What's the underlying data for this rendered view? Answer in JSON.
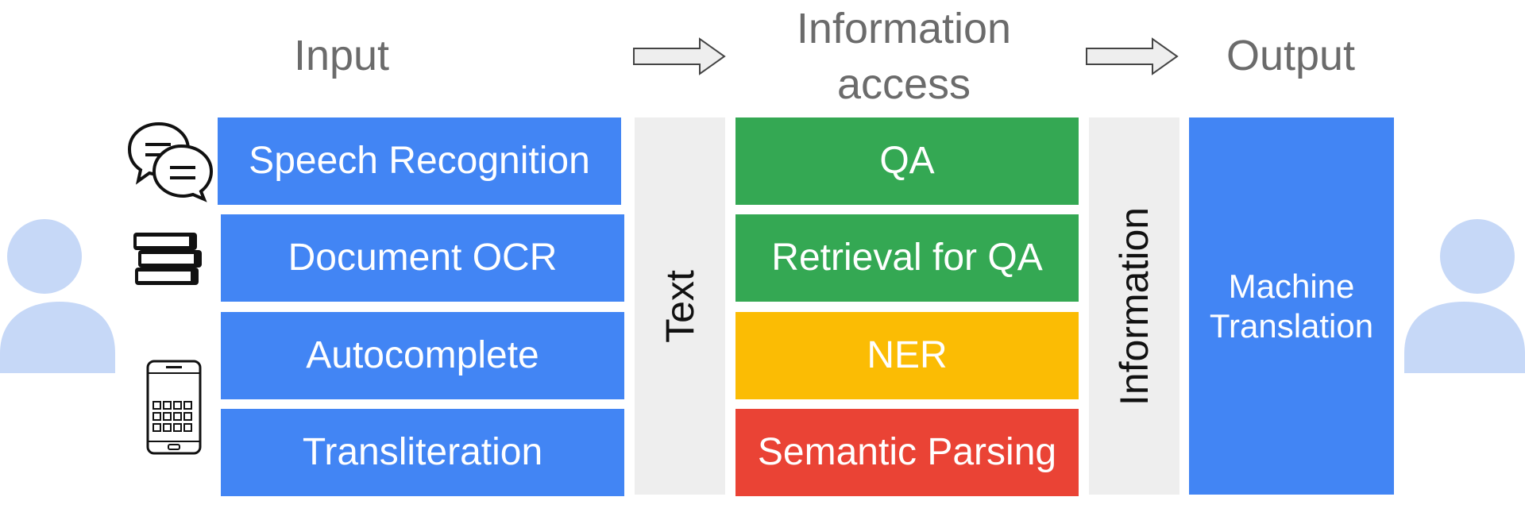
{
  "headers": {
    "input": "Input",
    "information_access_line1": "Information",
    "information_access_line2": "access",
    "output": "Output"
  },
  "input_boxes": [
    {
      "label": "Speech Recognition",
      "icon": "speech-bubbles-icon"
    },
    {
      "label": "Document OCR",
      "icon": "books-icon"
    },
    {
      "label": "Autocomplete",
      "icon": ""
    },
    {
      "label": "Transliteration",
      "icon": "smartphone-keypad-icon"
    }
  ],
  "text_band": {
    "label": "Text"
  },
  "access_boxes": [
    {
      "label": "QA",
      "color": "#34a853"
    },
    {
      "label": "Retrieval for QA",
      "color": "#34a853"
    },
    {
      "label": "NER",
      "color": "#fbbc04"
    },
    {
      "label": "Semantic Parsing",
      "color": "#ea4335"
    }
  ],
  "information_band": {
    "label": "Information"
  },
  "output_box": {
    "line1": "Machine",
    "line2": "Translation"
  },
  "colors": {
    "blue": "#4285f4",
    "green": "#34a853",
    "yellow": "#fbbc04",
    "red": "#ea4335",
    "band_grey": "#eeeeee",
    "person_light_blue": "#c6d8f7",
    "header_grey": "#6b6b6b"
  },
  "icons": [
    "person-left-icon",
    "person-right-icon",
    "arrow-right-icon",
    "speech-bubbles-icon",
    "books-icon",
    "smartphone-keypad-icon"
  ]
}
